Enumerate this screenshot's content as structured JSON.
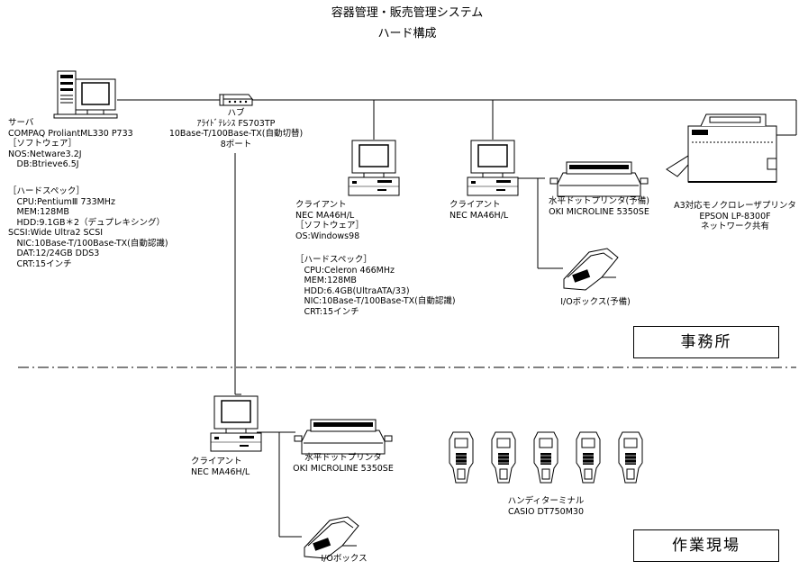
{
  "title": "容器管理・販売管理システム",
  "subtitle": "ハード構成",
  "server": {
    "lines": [
      "サーバ",
      "COMPAQ ProliantML330 P733",
      "［ソフトウェア］",
      "NOS:Netware3.2J",
      "　DB:Btrieve6.5J"
    ],
    "spec_lines": [
      "［ハードスペック］",
      "　CPU:PentiumⅢ 733MHz",
      "　MEM:128MB",
      "　HDD:9.1GB＊2（デュプレキシング）",
      "SCSI:Wide Ultra2 SCSI",
      "　NIC:10Base-T/100Base-TX(自動認識)",
      "　DAT:12/24GB DDS3",
      "　CRT:15インチ"
    ]
  },
  "hub": {
    "lines": [
      "ハブ",
      "ｱﾗｲﾄﾞﾃﾚｼｽ FS703TP",
      "10Base-T/100Base-TX(自動切替)",
      "8ポート"
    ]
  },
  "client_office1": {
    "lines": [
      "クライアント",
      "NEC MA46H/L",
      "［ソフトウェア］",
      "OS:Windows98"
    ],
    "spec_lines": [
      "［ハードスペック］",
      "　CPU:Celeron 466MHz",
      "　MEM:128MB",
      "　HDD:6.4GB(UltraATA/33)",
      "　NIC:10Base-T/100Base-TX(自動認識)",
      "　CRT:15インチ"
    ]
  },
  "client_office2": {
    "lines": [
      "クライアント",
      "NEC MA46H/L"
    ]
  },
  "printer_office": {
    "lines": [
      "水平ドットプリンタ(予備)",
      "OKI MICROLINE 5350SE"
    ]
  },
  "laser_printer": {
    "lines": [
      "A3対応モノクロレーザプリンタ",
      "EPSON LP-8300F",
      "ネットワーク共有"
    ]
  },
  "io_box_office": {
    "label": "I/Oボックス(予備)"
  },
  "client_site": {
    "lines": [
      "クライアント",
      "NEC MA46H/L"
    ]
  },
  "printer_site": {
    "lines": [
      "水平ドットプリンタ",
      "OKI MICROLINE 5350SE"
    ]
  },
  "io_box_site": {
    "label": "I/Oボックス"
  },
  "handy": {
    "lines": [
      "ハンディターミナル",
      "CASIO DT750M30"
    ]
  },
  "areas": {
    "office": "事務所",
    "site": "作業現場"
  }
}
